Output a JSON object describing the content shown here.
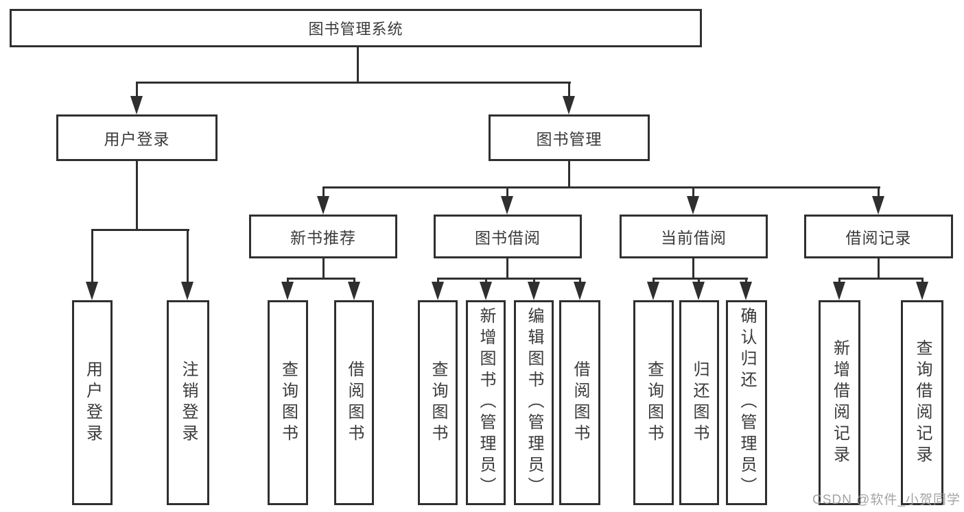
{
  "diagram": {
    "type": "tree",
    "title": "图书管理系统",
    "watermark": "CSDN @软件_小贺同学",
    "colors": {
      "border": "#2f2f2f",
      "text": "#3a3a3a",
      "background": "#ffffff",
      "watermark": "#9b9b9b"
    },
    "root": {
      "label": "图书管理系统",
      "children": [
        {
          "label": "用户登录",
          "children": [
            {
              "label": "用户登录"
            },
            {
              "label": "注销登录"
            }
          ]
        },
        {
          "label": "图书管理",
          "children": [
            {
              "label": "新书推荐",
              "children": [
                {
                  "label": "查询图书"
                },
                {
                  "label": "借阅图书"
                }
              ]
            },
            {
              "label": "图书借阅",
              "children": [
                {
                  "label": "查询图书"
                },
                {
                  "label": "新增图书（管理员）"
                },
                {
                  "label": "编辑图书（管理员）"
                },
                {
                  "label": "借阅图书"
                }
              ]
            },
            {
              "label": "当前借阅",
              "children": [
                {
                  "label": "查询图书"
                },
                {
                  "label": "归还图书"
                },
                {
                  "label": "确认归还（管理员）"
                }
              ]
            },
            {
              "label": "借阅记录",
              "children": [
                {
                  "label": "新增借阅记录"
                },
                {
                  "label": "查询借阅记录"
                }
              ]
            }
          ]
        }
      ]
    }
  }
}
